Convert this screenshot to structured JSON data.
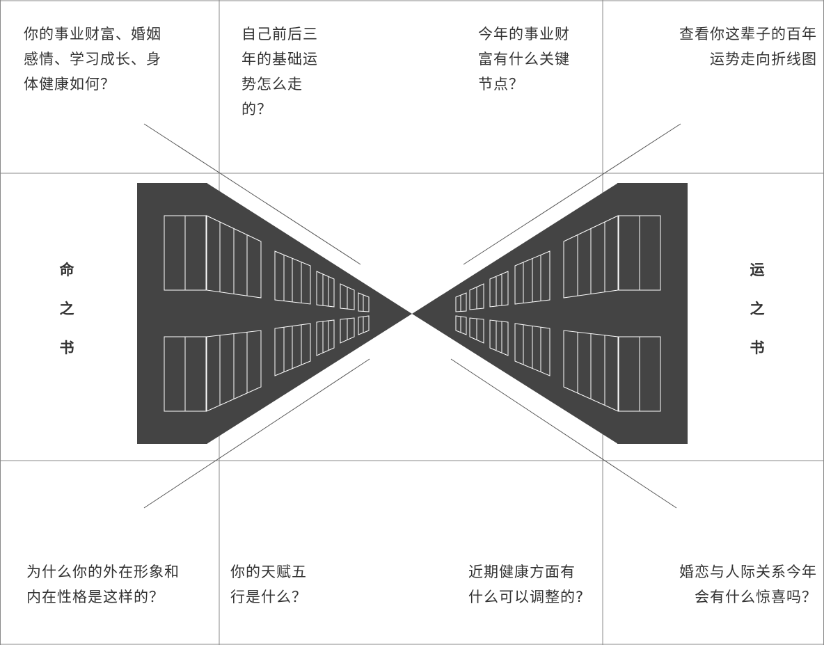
{
  "colors": {
    "grid": "#888888",
    "book": "#444444",
    "text": "#333333",
    "shelf_line": "#ffffff"
  },
  "books": {
    "left": {
      "chars": [
        "命",
        "之",
        "书"
      ]
    },
    "right": {
      "chars": [
        "运",
        "之",
        "书"
      ]
    }
  },
  "questions": {
    "top_1": [
      "你的事业财富、婚姻",
      "感情、学习成长、身",
      "体健康如何？"
    ],
    "top_2": [
      "自己前后三",
      "年的基础运",
      "势怎么走",
      "的？"
    ],
    "top_3": [
      "今年的事业财",
      "富有什么关键",
      "节点？"
    ],
    "top_4": [
      "查看你这辈子的百年",
      "运势走向折线图"
    ],
    "bottom_1": [
      "为什么你的外在形象和",
      "内在性格是这样的？"
    ],
    "bottom_2": [
      "你的天赋五",
      "行是什么？"
    ],
    "bottom_3": [
      "近期健康方面有",
      "什么可以调整的?"
    ],
    "bottom_4": [
      "婚恋与人际关系今年",
      "会有什么惊喜吗？"
    ]
  }
}
